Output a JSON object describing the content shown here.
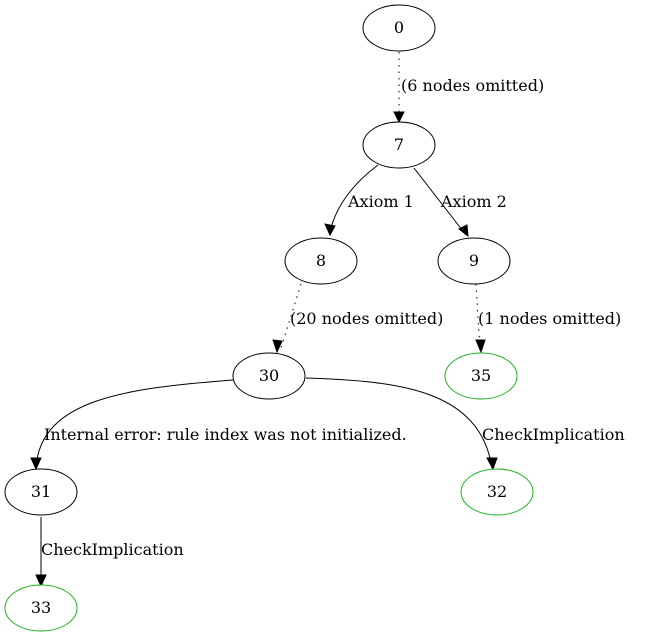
{
  "colors": {
    "default_node": "#000000",
    "leaf_node": "#1fb31f",
    "edge": "#000000"
  },
  "nodes": {
    "n0": {
      "label": "0",
      "status": "default"
    },
    "n7": {
      "label": "7",
      "status": "default"
    },
    "n8": {
      "label": "8",
      "status": "default"
    },
    "n9": {
      "label": "9",
      "status": "default"
    },
    "n30": {
      "label": "30",
      "status": "default"
    },
    "n35": {
      "label": "35",
      "status": "leaf"
    },
    "n31": {
      "label": "31",
      "status": "default"
    },
    "n32": {
      "label": "32",
      "status": "leaf"
    },
    "n33": {
      "label": "33",
      "status": "leaf"
    }
  },
  "edges": {
    "e0_7": {
      "label": "(6 nodes omitted)",
      "style": "dotted"
    },
    "e7_8": {
      "label": "Axiom 1",
      "style": "solid"
    },
    "e7_9": {
      "label": "Axiom 2",
      "style": "solid"
    },
    "e8_30": {
      "label": "(20 nodes omitted)",
      "style": "dotted"
    },
    "e9_35": {
      "label": "(1 nodes omitted)",
      "style": "dotted"
    },
    "e30_31": {
      "label": "Internal error: rule index was not initialized.",
      "style": "solid"
    },
    "e30_32": {
      "label": "CheckImplication",
      "style": "solid"
    },
    "e31_33": {
      "label": "CheckImplication",
      "style": "solid"
    }
  }
}
